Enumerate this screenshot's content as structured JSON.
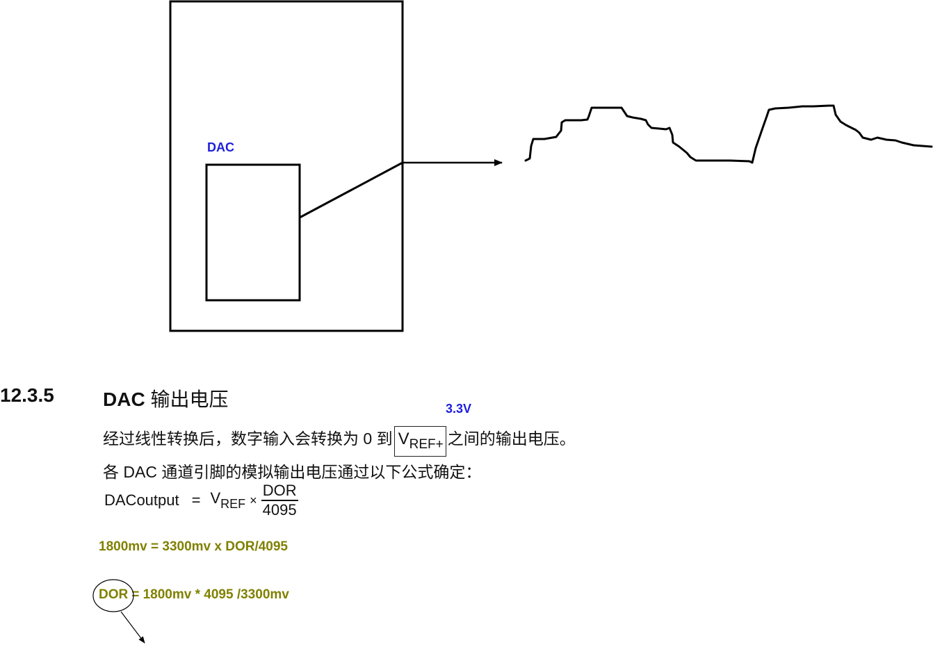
{
  "diagram": {
    "dac_label": "DAC",
    "wave_icon": "analog-waveform-icon"
  },
  "section": {
    "number": "12.3.5",
    "title_latin": "DAC",
    "title_cn": "输出电压"
  },
  "para1": {
    "before": "经过线性转换后，数字输入会转换为 0 到",
    "vref_main": "V",
    "vref_sub": "REF+",
    "after": "之间的输出电压。"
  },
  "vref_note": "3.3V",
  "para2": "各 DAC 通道引脚的模拟输出电压通过以下公式确定：",
  "formula": {
    "lhs": "DACoutput",
    "eq": "=",
    "v": "V",
    "v_sub": "REF",
    "times": "×",
    "numerator": "DOR",
    "denominator": "4095"
  },
  "notes": {
    "calc1": "1800mv = 3300mv x DOR/4095",
    "dor": "DOR",
    "calc2": "= 1800mv * 4095 /3300mv"
  },
  "colors": {
    "blue_annotation": "#1e1edc",
    "olive_annotation": "#808000"
  }
}
